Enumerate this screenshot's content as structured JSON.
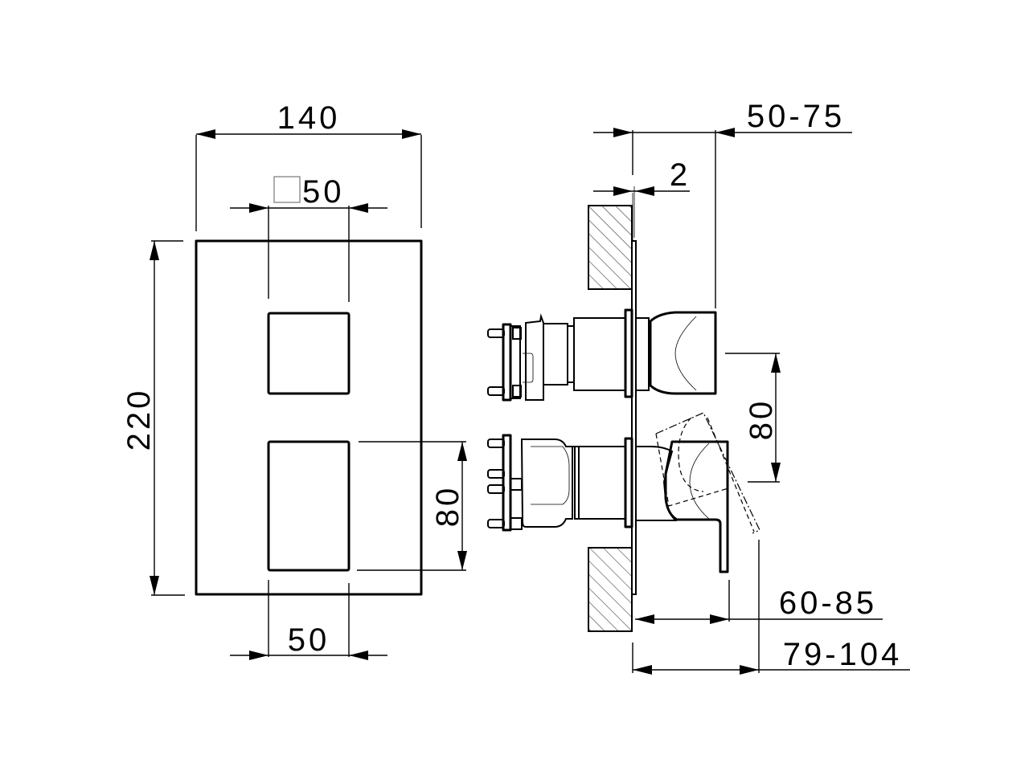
{
  "front_view": {
    "width_label": "140",
    "height_label": "220",
    "top_square_label": "50",
    "square_symbol": "□",
    "bottom_width_label": "50",
    "lower_window_height_label": "80"
  },
  "side_view": {
    "projection_label": "50-75",
    "plate_thickness_label": "2",
    "handle_spacing_label": "80",
    "lever_projection_label": "60-85",
    "total_depth_label": "79-104"
  },
  "colors": {
    "line": "#000000",
    "background": "#ffffff"
  }
}
